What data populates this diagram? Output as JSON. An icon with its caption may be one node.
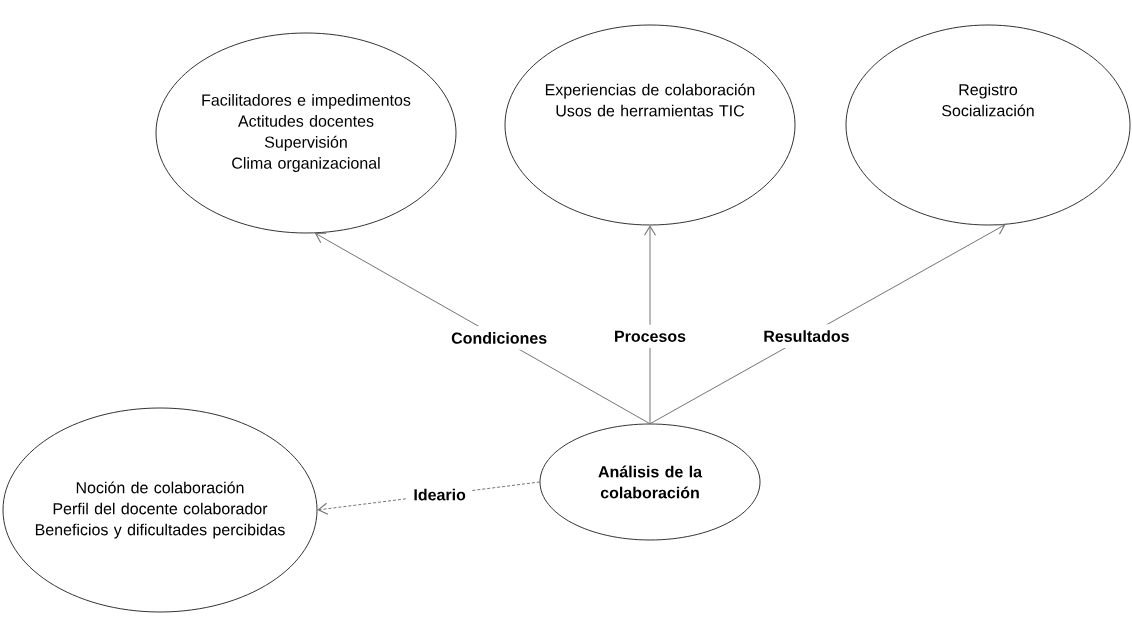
{
  "diagram": {
    "nodes": [
      {
        "text": [
          "Facilitadores e impedimentos",
          "Actitudes docentes",
          "Supervisión",
          "Clima organizacional"
        ]
      },
      {
        "text": [
          "Experiencias de colaboración",
          "Usos de herramientas TIC"
        ]
      },
      {
        "text": [
          "Registro",
          "Socialización"
        ]
      },
      {
        "text": [
          "Noción de colaboración",
          "Perfil del docente colaborador",
          "Beneficios y dificultades percibidas"
        ]
      },
      {
        "text": [
          "**Análisis de la colaboración**"
        ]
      }
    ],
    "edges": [
      {
        "from": 4,
        "to": 0,
        "arrow": "to",
        "label": "Condiciones"
      },
      {
        "from": 4,
        "to": 1,
        "arrow": "to",
        "label": "Procesos"
      },
      {
        "from": 4,
        "to": 2,
        "arrow": "to",
        "label": "Resultados"
      },
      {
        "from": 4,
        "to": 3,
        "arrow": "to",
        "label": "Ideario",
        "style": "dashed"
      }
    ]
  }
}
